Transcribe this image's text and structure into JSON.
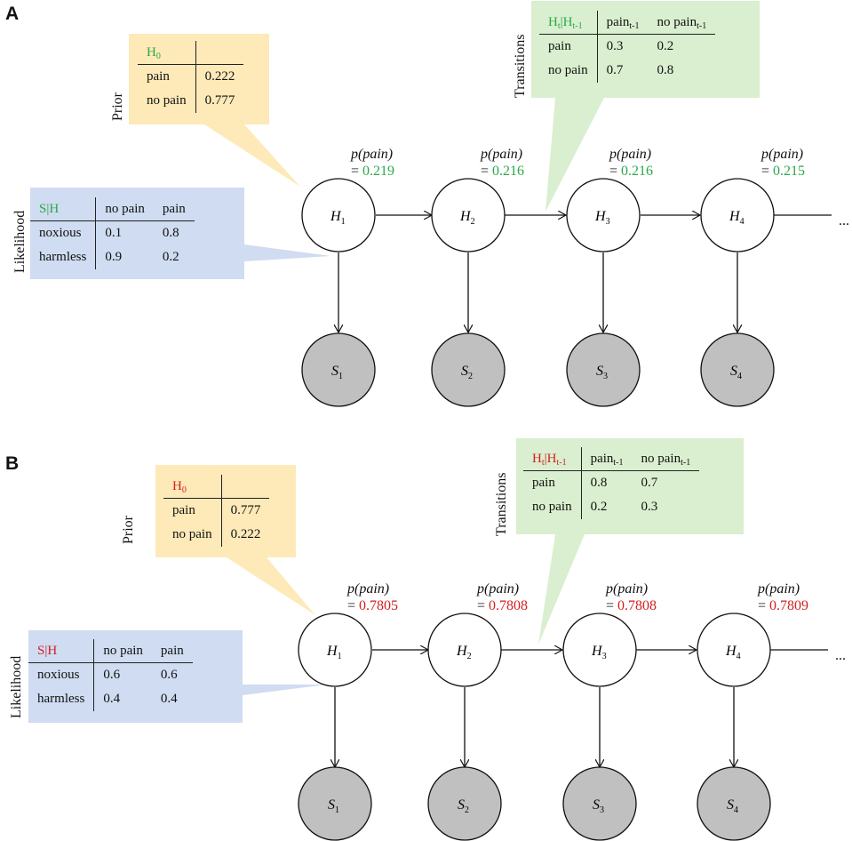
{
  "colors": {
    "green": "#2aa84a",
    "red": "#d42020",
    "prior_bg": "#fdeab8",
    "likelihood_bg": "#cfdcf1",
    "transition_bg": "#d9efcf",
    "observed_fill": "#c0c0c0"
  },
  "panels": [
    {
      "letter": "A",
      "accent": "#2aa84a",
      "prior": {
        "side_label": "Prior",
        "header": "H",
        "header_sub": "0",
        "rows": [
          {
            "label": "pain",
            "value": "0.222"
          },
          {
            "label": "no pain",
            "value": "0.777"
          }
        ]
      },
      "likelihood": {
        "side_label": "Likelihood",
        "header": "S|H",
        "col1": "no pain",
        "col2": "pain",
        "rows": [
          {
            "label": "noxious",
            "v1": "0.1",
            "v2": "0.8"
          },
          {
            "label": "harmless",
            "v1": "0.9",
            "v2": "0.2"
          }
        ]
      },
      "transitions": {
        "side_label": "Transitions",
        "header": "H",
        "header_sub1": "t",
        "header_mid": "|H",
        "header_sub2": "t-1",
        "col1": "pain",
        "col1_sub": "t-1",
        "col2": "no pain",
        "col2_sub": "t-1",
        "rows": [
          {
            "label": "pain",
            "v1": "0.3",
            "v2": "0.2"
          },
          {
            "label": "no pain",
            "v1": "0.7",
            "v2": "0.8"
          }
        ]
      },
      "probabilities": [
        {
          "expr": "p(pain)",
          "eq": "=",
          "value": "0.219"
        },
        {
          "expr": "p(pain)",
          "eq": "=",
          "value": "0.216"
        },
        {
          "expr": "p(pain)",
          "eq": "=",
          "value": "0.216"
        },
        {
          "expr": "p(pain)",
          "eq": "=",
          "value": "0.215"
        }
      ],
      "hidden_nodes": [
        {
          "var": "H",
          "sub": "1"
        },
        {
          "var": "H",
          "sub": "2"
        },
        {
          "var": "H",
          "sub": "3"
        },
        {
          "var": "H",
          "sub": "4"
        }
      ],
      "observed_nodes": [
        {
          "var": "S",
          "sub": "1"
        },
        {
          "var": "S",
          "sub": "2"
        },
        {
          "var": "S",
          "sub": "3"
        },
        {
          "var": "S",
          "sub": "4"
        }
      ],
      "ellipsis": "..."
    },
    {
      "letter": "B",
      "accent": "#d42020",
      "prior": {
        "side_label": "Prior",
        "header": "H",
        "header_sub": "0",
        "rows": [
          {
            "label": "pain",
            "value": "0.777"
          },
          {
            "label": "no pain",
            "value": "0.222"
          }
        ]
      },
      "likelihood": {
        "side_label": "Likelihood",
        "header": "S|H",
        "col1": "no pain",
        "col2": "pain",
        "rows": [
          {
            "label": "noxious",
            "v1": "0.6",
            "v2": "0.6"
          },
          {
            "label": "harmless",
            "v1": "0.4",
            "v2": "0.4"
          }
        ]
      },
      "transitions": {
        "side_label": "Transitions",
        "header": "H",
        "header_sub1": "t",
        "header_mid": "|H",
        "header_sub2": "t-1",
        "col1": "pain",
        "col1_sub": "t-1",
        "col2": "no pain",
        "col2_sub": "t-1",
        "rows": [
          {
            "label": "pain",
            "v1": "0.8",
            "v2": "0.7"
          },
          {
            "label": "no pain",
            "v1": "0.2",
            "v2": "0.3"
          }
        ]
      },
      "probabilities": [
        {
          "expr": "p(pain)",
          "eq": "=",
          "value": "0.7805"
        },
        {
          "expr": "p(pain)",
          "eq": "=",
          "value": "0.7808"
        },
        {
          "expr": "p(pain)",
          "eq": "=",
          "value": "0.7808"
        },
        {
          "expr": "p(pain)",
          "eq": "=",
          "value": "0.7809"
        }
      ],
      "hidden_nodes": [
        {
          "var": "H",
          "sub": "1"
        },
        {
          "var": "H",
          "sub": "2"
        },
        {
          "var": "H",
          "sub": "3"
        },
        {
          "var": "H",
          "sub": "4"
        }
      ],
      "observed_nodes": [
        {
          "var": "S",
          "sub": "1"
        },
        {
          "var": "S",
          "sub": "2"
        },
        {
          "var": "S",
          "sub": "3"
        },
        {
          "var": "S",
          "sub": "4"
        }
      ],
      "ellipsis": "..."
    }
  ]
}
